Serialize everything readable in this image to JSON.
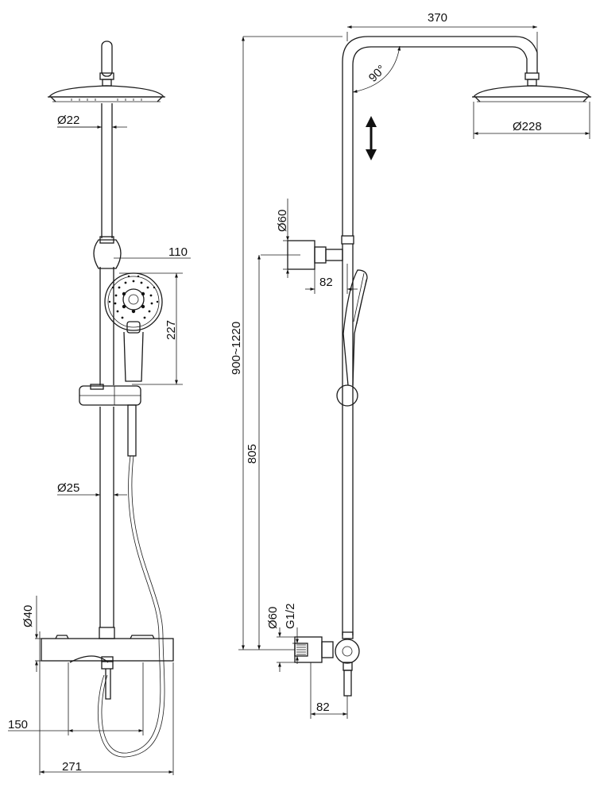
{
  "dimensions": {
    "front_rail_diameter": "Ø22",
    "hand_shower_offset": "110",
    "hand_shower_length": "227",
    "slide_bar_diameter": "Ø25",
    "mixer_body_diameter": "Ø40",
    "inlet_spacing": "150",
    "mixer_width": "271",
    "arm_reach": "370",
    "elbow_angle": "90°",
    "overhead_diameter": "Ø228",
    "bracket_diameter_top": "Ø60",
    "bracket_depth_top": "82",
    "height_range": "900~1220",
    "bracket_spacing": "805",
    "bracket_diameter_bottom": "Ø60",
    "thread_size": "G1/2",
    "bracket_depth_bottom": "82"
  }
}
